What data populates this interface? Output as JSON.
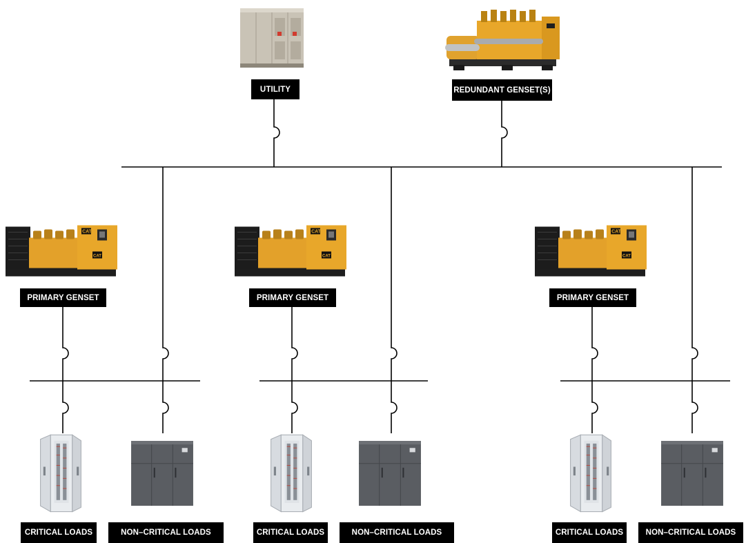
{
  "sources": {
    "utility": {
      "label": "UTILITY",
      "icon": "transformer-cabinet-icon"
    },
    "redundant": {
      "label": "REDUNDANT GENSET(S)",
      "icon": "gas-generator-icon"
    }
  },
  "groups": [
    {
      "primary_label": "PRIMARY GENSET",
      "critical_label": "CRITICAL LOADS",
      "noncritical_label": "NON–CRITICAL LOADS"
    },
    {
      "primary_label": "PRIMARY GENSET",
      "critical_label": "CRITICAL LOADS",
      "noncritical_label": "NON–CRITICAL LOADS"
    },
    {
      "primary_label": "PRIMARY GENSET",
      "critical_label": "CRITICAL LOADS",
      "noncritical_label": "NON–CRITICAL LOADS"
    }
  ],
  "icons": {
    "primary": "diesel-generator-icon",
    "critical": "electrical-panel-icon",
    "noncritical": "cooling-unit-icon",
    "breaker": "circuit-breaker-icon"
  },
  "colors": {
    "label_bg": "#000000",
    "label_text": "#ffffff",
    "line": "#000000",
    "cat_yellow": "#e8a72a",
    "cabinet_gray": "#5a5d62"
  }
}
